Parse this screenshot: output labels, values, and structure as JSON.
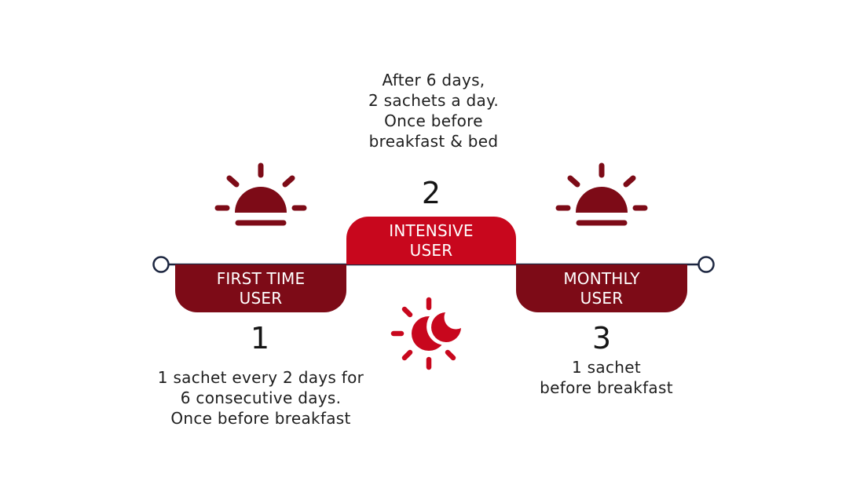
{
  "colors": {
    "dark_red": "#7d0b17",
    "bright_red": "#c8071d",
    "timeline_line": "#1c2640",
    "text": "#1e1e1e"
  },
  "steps": [
    {
      "number": "1",
      "label_lines": [
        "FIRST TIME",
        "USER"
      ],
      "description_lines": [
        "1 sachet every 2 days for",
        "6 consecutive days.",
        "Once before breakfast"
      ],
      "icon": "sunrise-icon"
    },
    {
      "number": "2",
      "label_lines": [
        "INTENSIVE",
        "USER"
      ],
      "description_lines": [
        "After 6 days,",
        "2 sachets a day.",
        "Once before",
        "breakfast & bed"
      ],
      "icon": "sun-moon-icon"
    },
    {
      "number": "3",
      "label_lines": [
        "MONTHLY",
        "USER"
      ],
      "description_lines": [
        "1 sachet",
        "before breakfast"
      ],
      "icon": "sunrise-icon"
    }
  ]
}
